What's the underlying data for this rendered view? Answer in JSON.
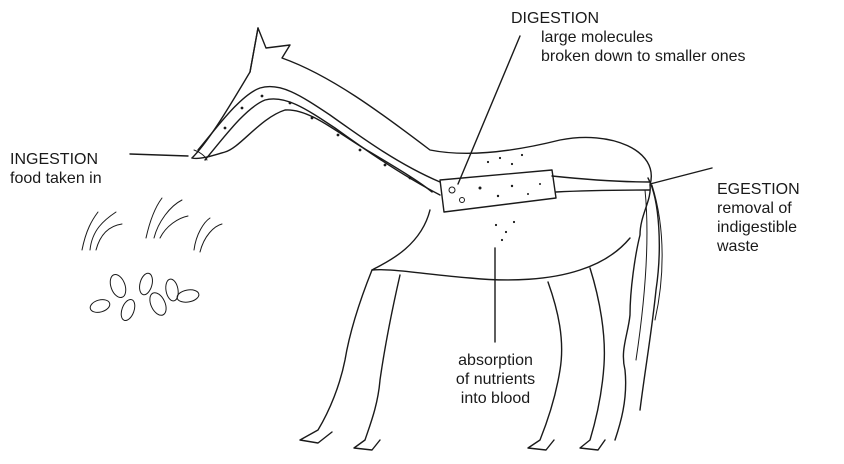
{
  "labels": {
    "digestion": {
      "title": "DIGESTION",
      "line1": "large molecules",
      "line2": "broken down to smaller ones"
    },
    "ingestion": {
      "title": "INGESTION",
      "line1": "food taken in"
    },
    "egestion": {
      "title": "EGESTION",
      "line1": "removal of",
      "line2": "indigestible",
      "line3": "waste"
    },
    "absorption": {
      "line1": "absorption",
      "line2": "of nutrients",
      "line3": "into blood"
    }
  },
  "colors": {
    "ink": "#1a1a1a",
    "background": "#ffffff"
  }
}
